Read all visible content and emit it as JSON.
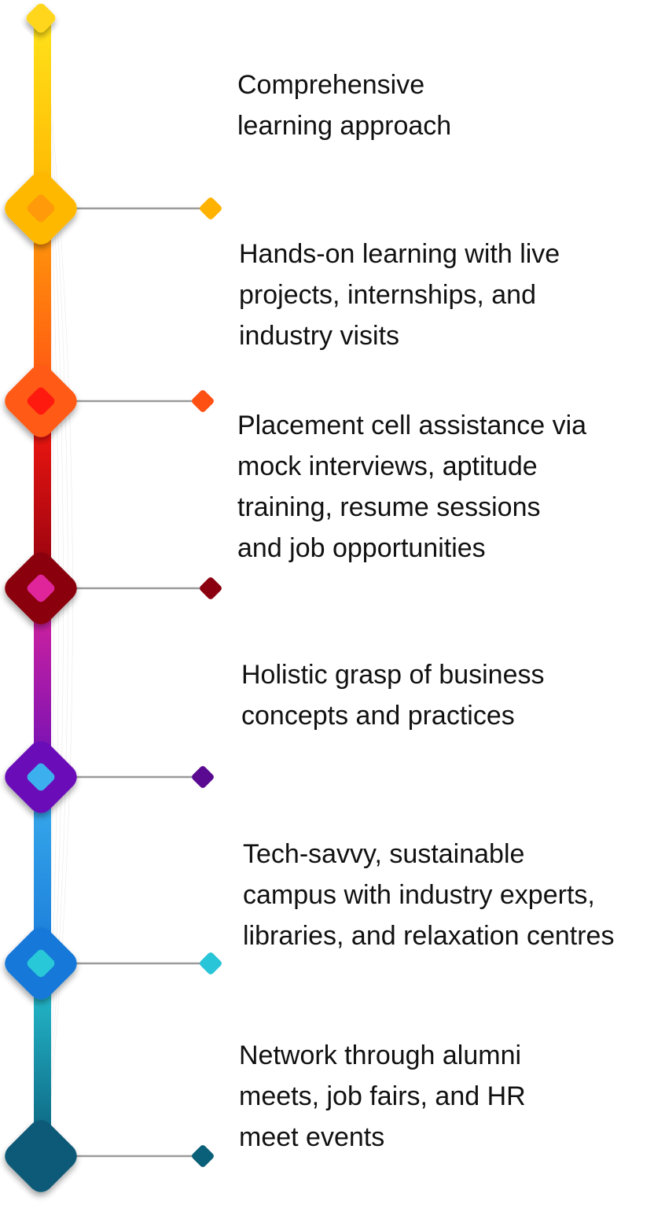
{
  "items": [
    {
      "text": "Comprehensive\nlearning approach",
      "color": "#ffb300",
      "gradient": [
        "#ffe21a",
        "#ffb300"
      ]
    },
    {
      "text": "Hands-on learning with live\nprojects, internships, and\nindustry visits",
      "color": "#ff5a1a",
      "gradient": [
        "#ffa00a",
        "#ff5014"
      ]
    },
    {
      "text": "Placement cell assistance via\nmock interviews, aptitude\ntraining, resume sessions\nand job opportunities",
      "color": "#8b0010",
      "gradient": [
        "#ff1a10",
        "#8b0010"
      ]
    },
    {
      "text": "Holistic grasp of business\nconcepts and practices",
      "color": "#5a0a90",
      "gradient": [
        "#e0249a",
        "#6a10b8"
      ]
    },
    {
      "text": "Tech-savvy, sustainable\ncampus with industry experts,\nlibraries, and relaxation centres",
      "color": "#28c4d8",
      "gradient": [
        "#3cb0ee",
        "#1878d8"
      ]
    },
    {
      "text": "Network through alumni\nmeets, job fairs, and HR\nmeet events",
      "color": "#0a6078",
      "gradient": [
        "#28c8d8",
        "#0a5a78"
      ]
    }
  ]
}
